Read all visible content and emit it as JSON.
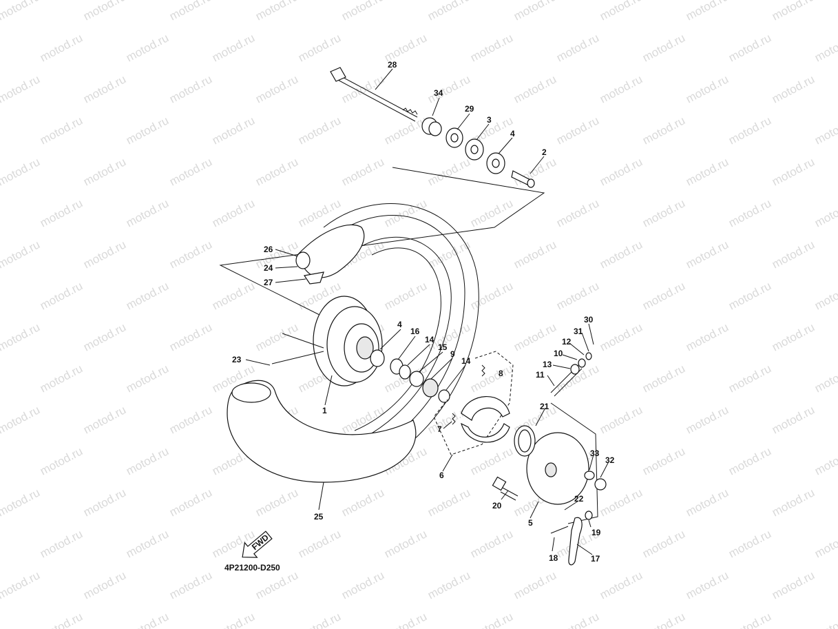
{
  "watermark": "motod.ru",
  "diagram_code": "4P21200-D250",
  "fwd_label": "FWD",
  "callouts": [
    "28",
    "34",
    "29",
    "3",
    "4",
    "2",
    "26",
    "24",
    "27",
    "4",
    "16",
    "14",
    "15",
    "9",
    "14",
    "8",
    "23",
    "1",
    "7",
    "6",
    "30",
    "31",
    "12",
    "10",
    "13",
    "11",
    "21",
    "33",
    "32",
    "22",
    "20",
    "5",
    "19",
    "18",
    "17",
    "25"
  ]
}
